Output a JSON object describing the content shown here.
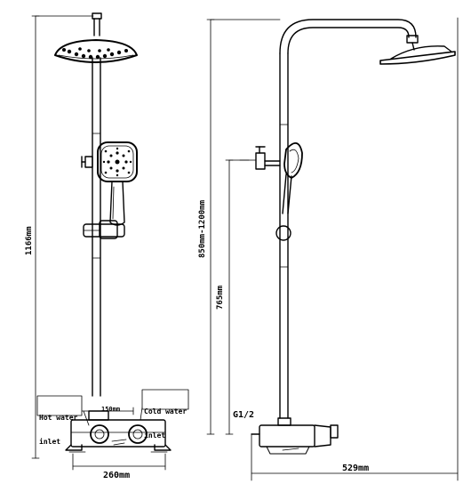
{
  "dimensions": {
    "total_height": "1166mm",
    "arm_width": "150mm",
    "valve_width": "260mm",
    "adjust_height": "850mm-1200mm",
    "outlet_height": "765mm",
    "depth": "529mm",
    "thread": "G1/2"
  },
  "labels": {
    "hot_water": [
      "Hot water",
      "inlet"
    ],
    "cold_water": [
      "Cold water",
      "inlet"
    ]
  },
  "colors": {
    "line": "#000000",
    "background": "#ffffff"
  }
}
